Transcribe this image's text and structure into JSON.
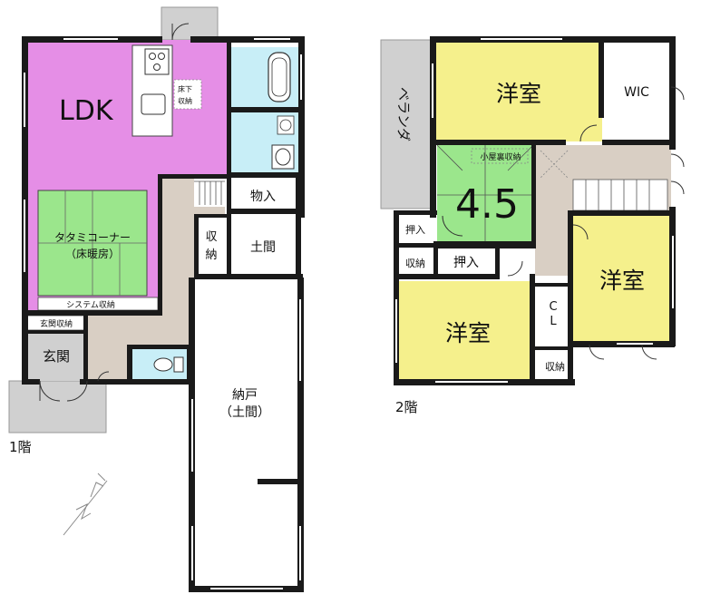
{
  "floor1": {
    "caption": "1階",
    "rooms": {
      "ldk": "LDK",
      "underfloor": [
        "床下",
        "収納"
      ],
      "tatami": [
        "タタミコーナー",
        "（床暖房）"
      ],
      "system_storage": "システム収納",
      "genkan_storage": "玄関収納",
      "genkan": "玄関",
      "monoire": "物入",
      "doma": "土間",
      "storage": [
        "収",
        "納"
      ],
      "nando": [
        "納戸",
        "（土間）"
      ]
    }
  },
  "floor2": {
    "caption": "2階",
    "rooms": {
      "veranda": "ベランダ",
      "western_top": "洋室",
      "wic": "WIC",
      "attic": "小屋裏収納",
      "tatami_size": "4.5",
      "oshiire_small": "押入",
      "storage_small": "収納",
      "oshiire": "押入",
      "western_right": "洋室",
      "cl": [
        "C",
        "L"
      ],
      "western_bottom": "洋室",
      "storage_bottom": "収納"
    }
  },
  "colors": {
    "ldk": "#e58ee6",
    "tatami": "#9be68c",
    "western": "#f5f08c",
    "wet": "#c8eef7",
    "hall": "#d9cfc4",
    "terrace": "#d0d0d0",
    "wall": "#1a1a1a"
  },
  "icons": [
    "compass-north-icon",
    "kitchen-stove-icon",
    "bathtub-icon",
    "toilet-icon",
    "washbasin-icon",
    "staircase-icon"
  ]
}
